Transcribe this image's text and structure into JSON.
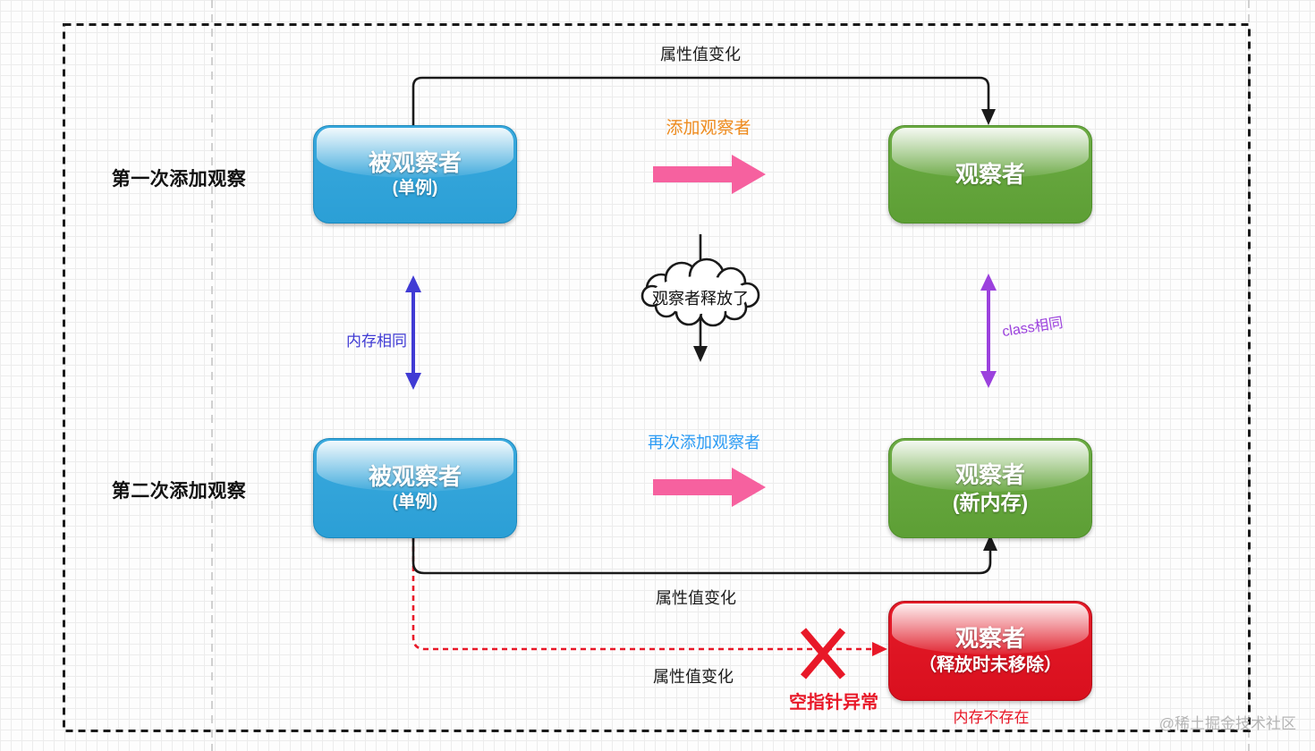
{
  "diagram": {
    "rows": [
      {
        "label": "第一次添加观察"
      },
      {
        "label": "第二次添加观察"
      }
    ],
    "nodes": {
      "observed1": {
        "title": "被观察者",
        "subtitle": "(单例)"
      },
      "observer1": {
        "title": "观察者"
      },
      "observed2": {
        "title": "被观察者",
        "subtitle": "(单例)"
      },
      "observer2": {
        "title": "观察者",
        "subtitle": "(新内存)"
      },
      "observer_released": {
        "title": "观察者",
        "subtitle": "（释放时未移除）"
      }
    },
    "labels": {
      "attr_change_top": "属性值变化",
      "add_observer": "添加观察者",
      "memory_same": "内存相同",
      "observer_released_cloud": "观察者释放了",
      "class_same": "class相同",
      "re_add_observer": "再次添加观察者",
      "attr_change_mid": "属性值变化",
      "attr_change_bottom": "属性值变化",
      "null_pointer": "空指针异常",
      "memory_not_exist": "内存不存在"
    },
    "watermark": "@稀土掘金技术社区",
    "colors": {
      "box_blue": "#2ea3da",
      "box_green": "#63a53a",
      "box_red": "#e0101f",
      "arrow_pink": "#f6619f",
      "text_orange": "#ee8b1e",
      "text_blue": "#2b9bf4",
      "arrow_blue_violet": "#403bd4",
      "arrow_purple": "#9b41dd",
      "error_red": "#e81828",
      "line_black": "#1a1a1a",
      "guide_gray": "#c6c6c6",
      "watermark_gray": "#b5b5b5",
      "cloud_fill": "#ffffff"
    }
  }
}
